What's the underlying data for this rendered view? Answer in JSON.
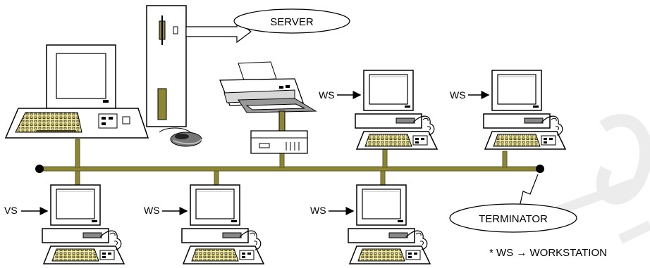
{
  "labels": {
    "server": "SERVER",
    "terminator": "TERMINATOR",
    "ws": "WS",
    "ws_partial": "VS",
    "legend": "* WS → WORKSTATION"
  },
  "colors": {
    "bus": "#8c8636",
    "bus_dark": "#5e5a22",
    "keyboard": "#f6ee9e",
    "outline": "#000000",
    "gray": "#8a8a8a",
    "watermark": "#ececec"
  },
  "icons": [
    "server-tower-icon",
    "printer-icon",
    "mouse-icon",
    "workstation-icon",
    "network-bus",
    "terminator-icon"
  ]
}
